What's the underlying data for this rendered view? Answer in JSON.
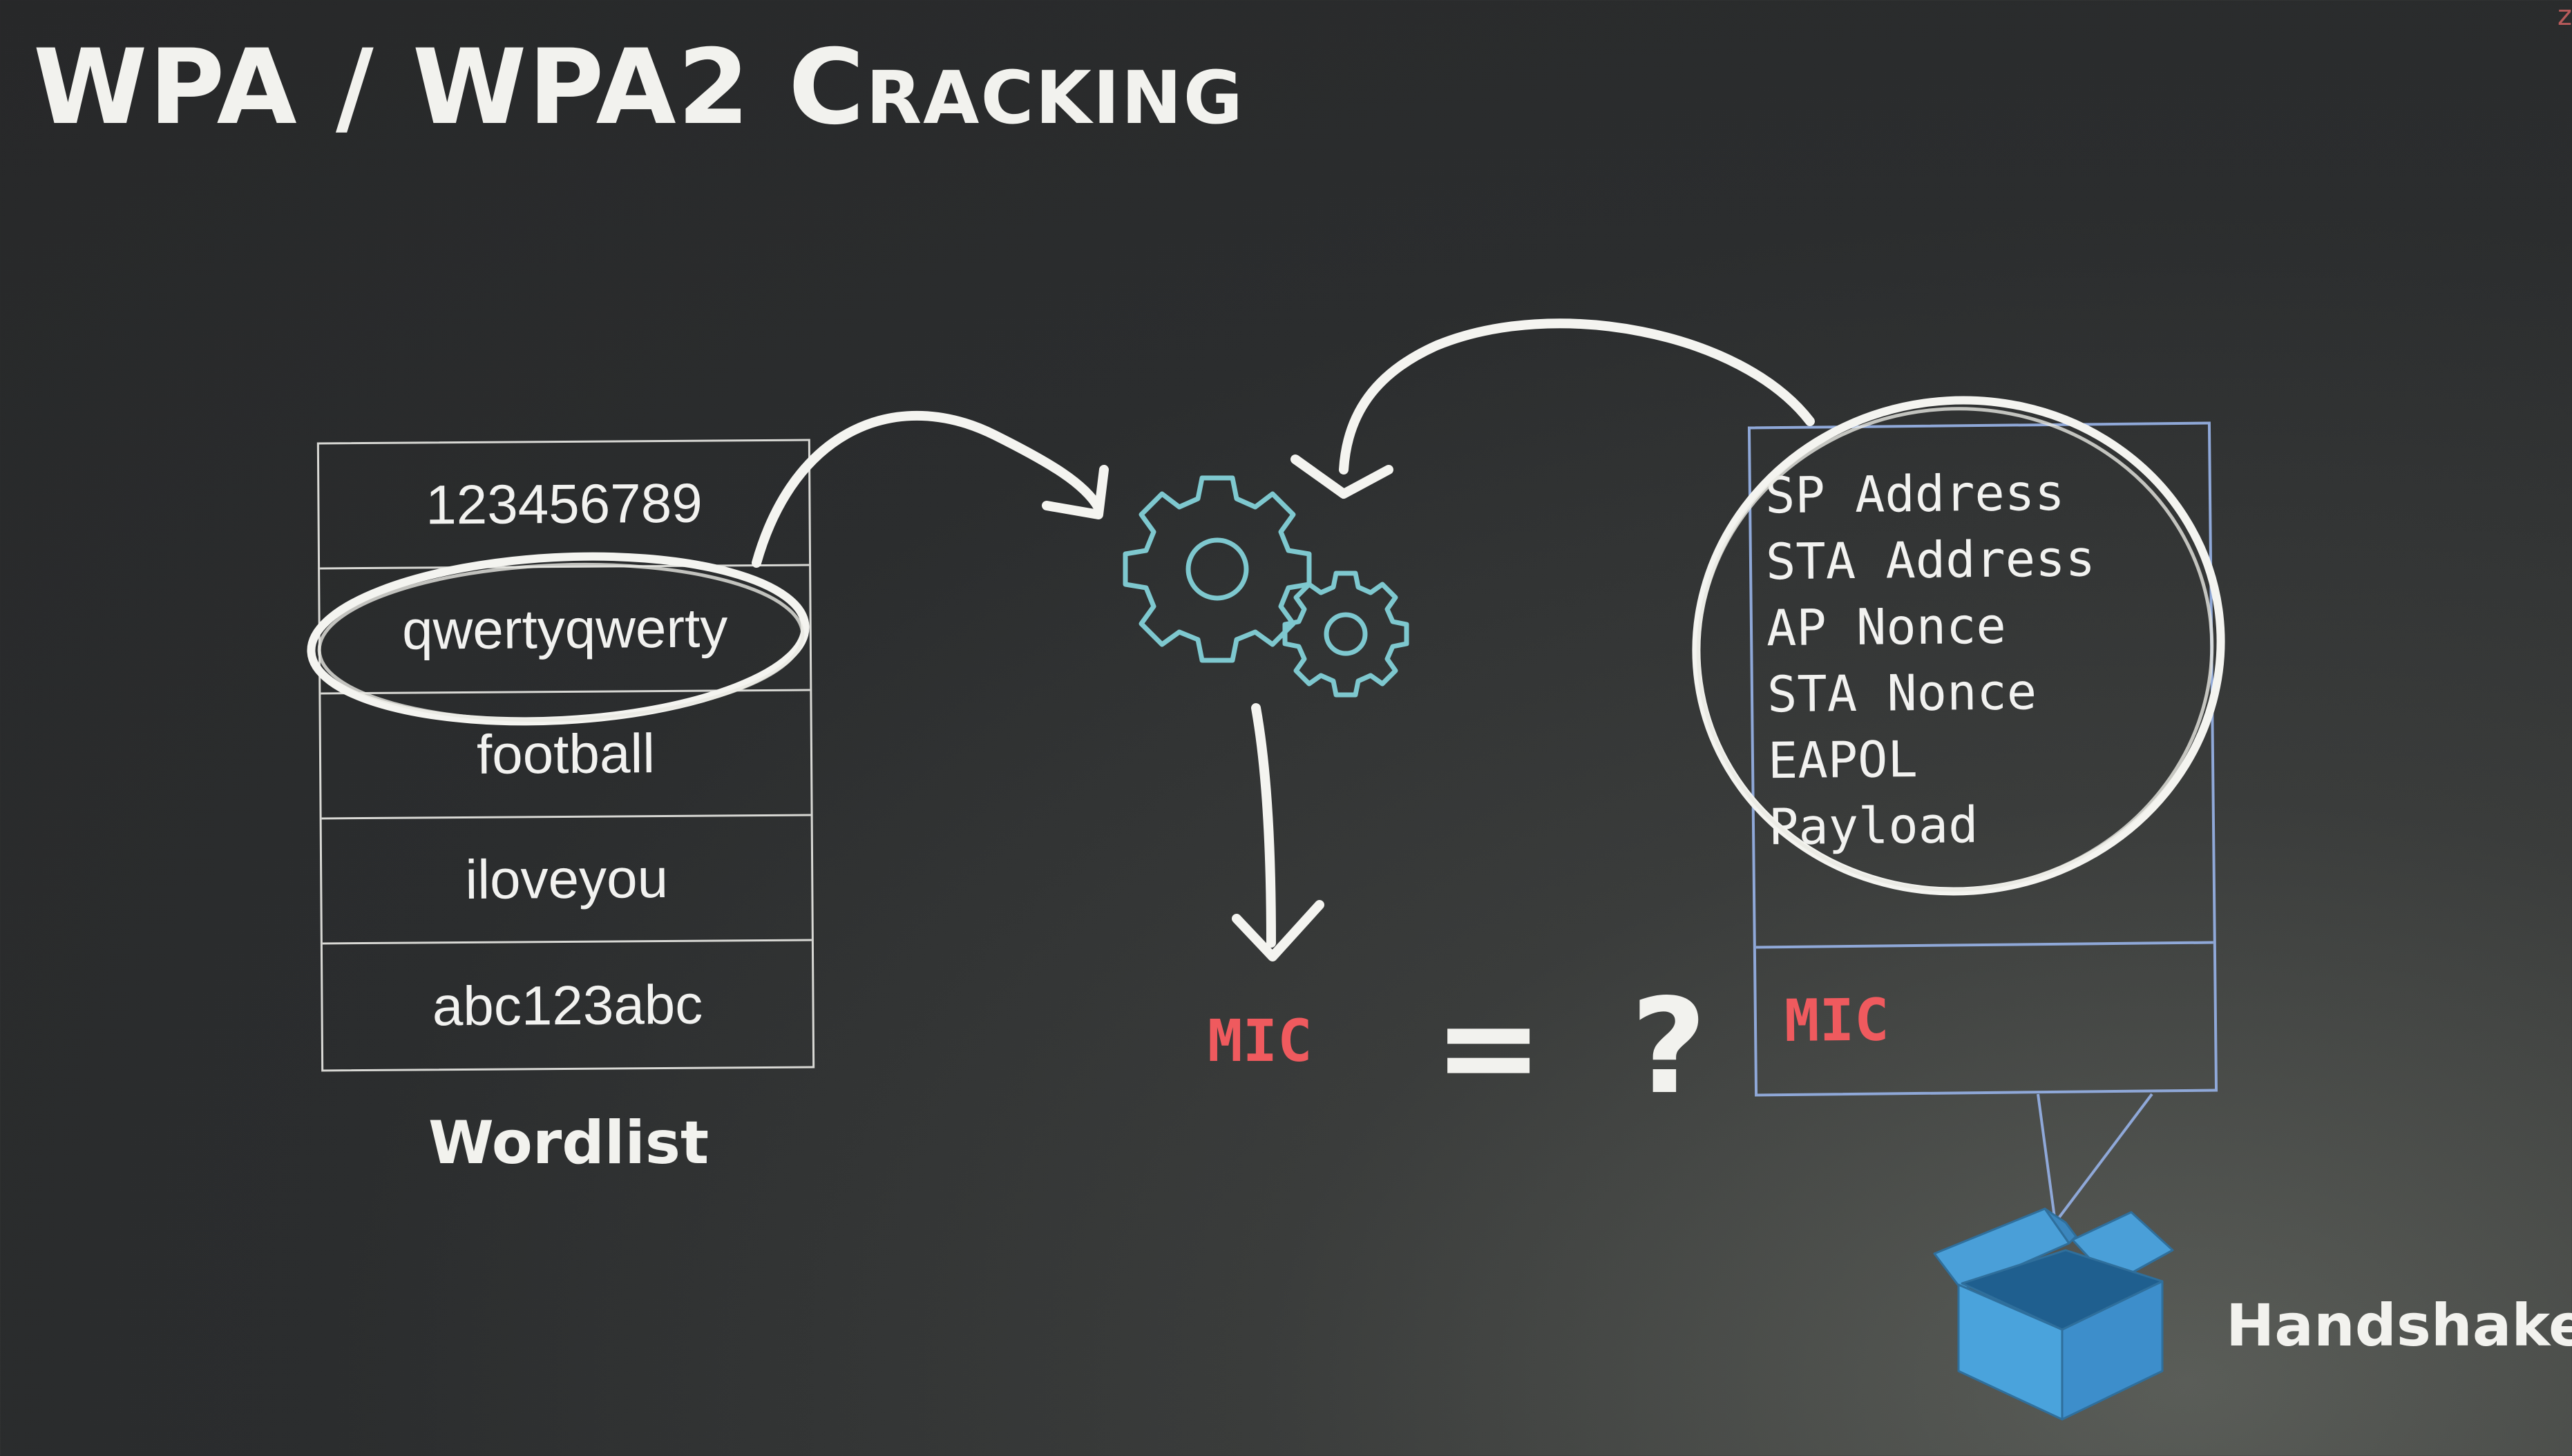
{
  "title": "WPA / WPA2 Cracking",
  "corner_mark": "z",
  "wordlist": {
    "caption": "Wordlist",
    "entries": [
      "123456789",
      "qwertyqwerty",
      "football",
      "iloveyou",
      "abc123abc"
    ],
    "circled_entry": "qwertyqwerty"
  },
  "process": {
    "icon": "gears-icon",
    "output_label": "MIC",
    "comparison": "= ?"
  },
  "handshake": {
    "caption": "Handshake",
    "icon": "open-box-icon",
    "fields": [
      "SP Address",
      "STA Address",
      "AP Nonce",
      "STA Nonce",
      "EAPOL",
      "Payload"
    ],
    "mic_label": "MIC"
  },
  "colors": {
    "background": "#2b2d2e",
    "chalk": "#f2f2ee",
    "mic_red": "#ef5a5e",
    "box_blue": "#8fa8d8",
    "gear_teal": "#7ec8cf",
    "package_blue": "#4a9fd8"
  }
}
